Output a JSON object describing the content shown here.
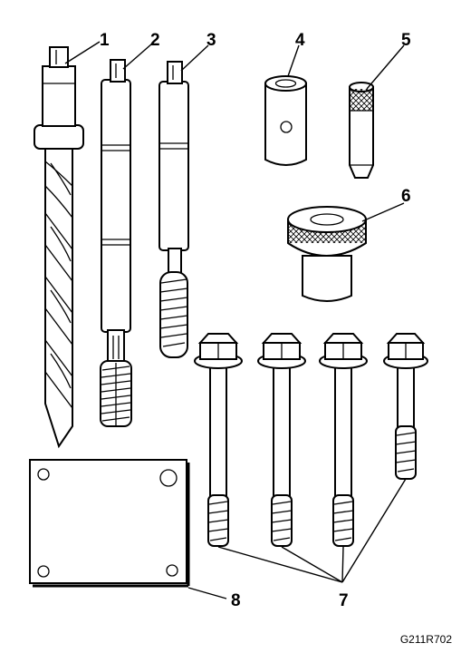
{
  "callouts": [
    "1",
    "2",
    "3",
    "4",
    "5",
    "6",
    "7",
    "8"
  ],
  "figure_code": "G211R702"
}
